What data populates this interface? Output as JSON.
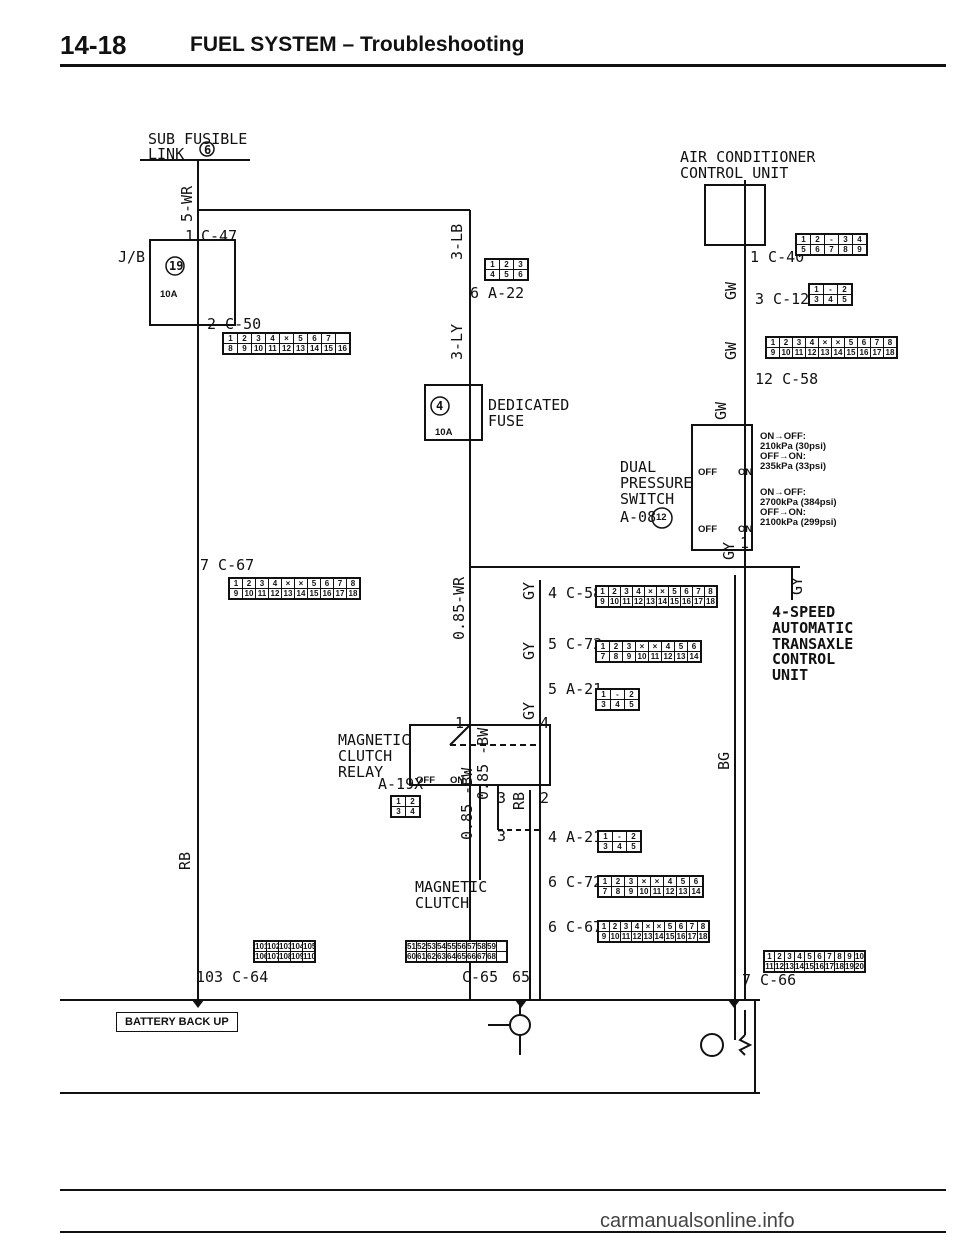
{
  "header": {
    "page": "14-18",
    "title": "FUEL SYSTEM – Troubleshooting"
  },
  "labels": {
    "sub_fusible_link": "SUB FUSIBLE\nLINK",
    "fuse6": "6",
    "jb": "J/B",
    "fuse19": "19",
    "amp10a_1": "10A",
    "c47": "C-47",
    "c47_pin": "1",
    "c50": "2 C-50",
    "c67_left": "7 C-67",
    "wire_5wr": "5-WR",
    "wire_3lb": "3-LB",
    "wire_3ly": "3-LY",
    "a22": "6 A-22",
    "dedicated_fuse": "DEDICATED\nFUSE",
    "fuse4": "4",
    "amp10a_2": "10A",
    "wire_085wr": "0.85-WR",
    "ac_unit": "AIR CONDITIONER\nCONTROL UNIT",
    "c40": "1 C-40",
    "c12": "3 C-12",
    "c58_top": "12 C-58",
    "wire_gw": "GW",
    "dual_pressure": "DUAL\nPRESSURE\nSWITCH",
    "a08": "A-08",
    "a08_num": "12",
    "off": "OFF",
    "on": "ON",
    "pressure_text_1": "ON→OFF:\n210kPa (30psi)\nOFF→ON:\n235kPa (33psi)",
    "pressure_text_2": "ON→OFF:\n2700kPa (384psi)\nOFF→ON:\n2100kPa (299psi)",
    "c58_mid": "4 C-58",
    "c72_mid": "5 C-72",
    "a21_mid": "5 A-21",
    "wire_gy": "GY",
    "transaxle": "4-SPEED\nAUTOMATIC\nTRANSAXLE\nCONTROL\nUNIT",
    "magnetic_relay": "MAGNETIC\nCLUTCH\nRELAY",
    "a19x": "A-19X",
    "a21_low": "4 A-21",
    "c72_low": "6 C-72",
    "c67_low": "6 C-67",
    "magnetic_clutch": "MAGNETIC\nCLUTCH",
    "wire_rb": "RB",
    "wire_bg": "BG",
    "wire_085bw": "0.85 -BW",
    "c64": "103 C-64",
    "c65": "C-65",
    "c65_pin": "65",
    "c66": "7 C-66",
    "battery_backup": "BATTERY BACK UP",
    "pin_1": "1",
    "pin_2": "2",
    "pin_3": "3",
    "pin_4": "4"
  },
  "footer": "carmanualsonline.info"
}
